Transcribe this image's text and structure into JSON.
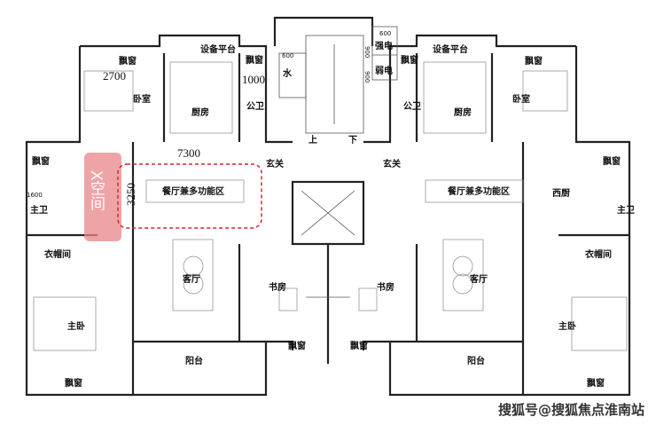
{
  "plan": {
    "left_unit": {
      "equipment_platform": "设备平台",
      "bay_window_bedroom": "飘窗",
      "dim_2700": "2700",
      "bedroom": "卧室",
      "kitchen": "厨房",
      "bay_window_bath": "飘窗",
      "dim_1000": "1000",
      "public_bath": "公卫",
      "dim_7300": "7300",
      "entrance": "玄关",
      "dining_multi": "餐厅兼多功能区",
      "dim_3250": "3250",
      "x_space": "X空间",
      "bay_window_master_bath": "飘窗",
      "dim_1600": "1600",
      "master_bath": "主卫",
      "walk_in_closet": "衣帽间",
      "living_room": "客厅",
      "study": "书房",
      "master_bedroom": "主卧",
      "balcony": "阳台",
      "bay_window_master": "飘窗",
      "bay_window_study": "飘窗"
    },
    "core": {
      "water": "水",
      "strong_power": "强电",
      "weak_power": "弱电",
      "dim_600a": "600",
      "dim_600b": "600",
      "dim_900a": "900",
      "dim_900b": "900",
      "up": "上",
      "down": "下"
    },
    "right_unit": {
      "equipment_platform": "设备平台",
      "bay_window_bath": "飘窗",
      "bay_window_bedroom": "飘窗",
      "bedroom": "卧室",
      "kitchen": "厨房",
      "public_bath": "公卫",
      "entrance": "玄关",
      "dining_multi": "餐厅兼多功能区",
      "western_kitchen": "西厨",
      "bay_window_master_bath": "飘窗",
      "master_bath": "主卫",
      "walk_in_closet": "衣帽间",
      "living_room": "客厅",
      "study": "书房",
      "master_bedroom": "主卧",
      "balcony": "阳台",
      "bay_window_master": "飘窗",
      "bay_window_study": "飘窗"
    },
    "watermark": "搜狐号@搜狐焦点淮南站",
    "highlight_color": "#e8868a",
    "dash_color": "#d9262c"
  }
}
